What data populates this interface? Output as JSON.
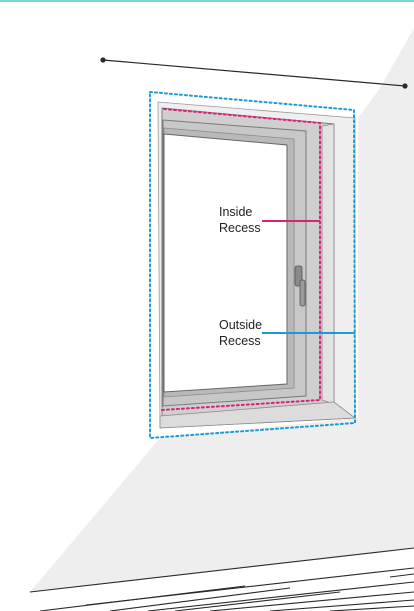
{
  "colors": {
    "top_band": "#7fd3d6",
    "wall_shade": "#eeeeee",
    "wall_light": "#f7f7f7",
    "frame_outer": "#8d8d8d",
    "frame_fill": "#cfcfcf",
    "recess_fill": "#efefef",
    "inside_recess": "#d6247a",
    "outside_recess": "#1b9ad6",
    "outline": "#2a2a2a"
  },
  "labels": {
    "inside_line1": "Inside",
    "inside_line2": "Recess",
    "outside_line1": "Outside",
    "outside_line2": "Recess"
  },
  "icons": {
    "handle": "window-handle-icon"
  }
}
